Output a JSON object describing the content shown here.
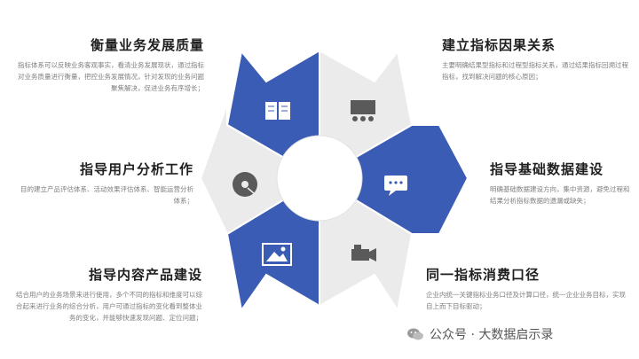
{
  "colors": {
    "blue": "#3b5cb4",
    "gray": "#ebebeb",
    "dark_icon": "#5a5a5a"
  },
  "sections": [
    {
      "id": "top-left",
      "title": "衡量业务发展质量",
      "desc": "指标体系可以反映业务客观事实，看清业务发展现状，通过指标对业务质量进行衡量，把控业务发展情况，针对发现的业务问题聚焦解决，促进业务有序增长；",
      "icon": "book-icon",
      "fill": "blue"
    },
    {
      "id": "top-right",
      "title": "建立指标因果关系",
      "desc": "主要明确结果型指标和过程型指标关系，通过结果指标回溯过程指标，找到解决问题的核心原因；",
      "icon": "meeting-icon",
      "fill": "gray"
    },
    {
      "id": "mid-left",
      "title": "指导用户分析工作",
      "desc": "目的建立产品评估体系、活动效果评估体系、智能运营分析体系；",
      "icon": "disc-icon",
      "fill": "gray"
    },
    {
      "id": "mid-right",
      "title": "指导基础数据建设",
      "desc": "明确基础数据建设方向，集中资源，避免过程和结果分析指标数据的遗漏或缺失；",
      "icon": "chat-icon",
      "fill": "blue"
    },
    {
      "id": "bottom-left",
      "title": "指导内容产品建设",
      "desc": "结合用户的业务场景来进行使用，多个不同的指标和维度可以综合起来进行业务的综合分析，用户可通过指标的变化看到整体业务的变化，并能够快速发现问题、定位问题；",
      "icon": "image-icon",
      "fill": "blue"
    },
    {
      "id": "bottom-right",
      "title": "同一指标消费口径",
      "desc": "企业内统一关键指标业务口径及计算口径，统一企业业务目标，实现自上而下目标驱动；",
      "icon": "camera-icon",
      "fill": "gray"
    }
  ],
  "watermark": {
    "text": "公众号 · 大数据启示录"
  }
}
